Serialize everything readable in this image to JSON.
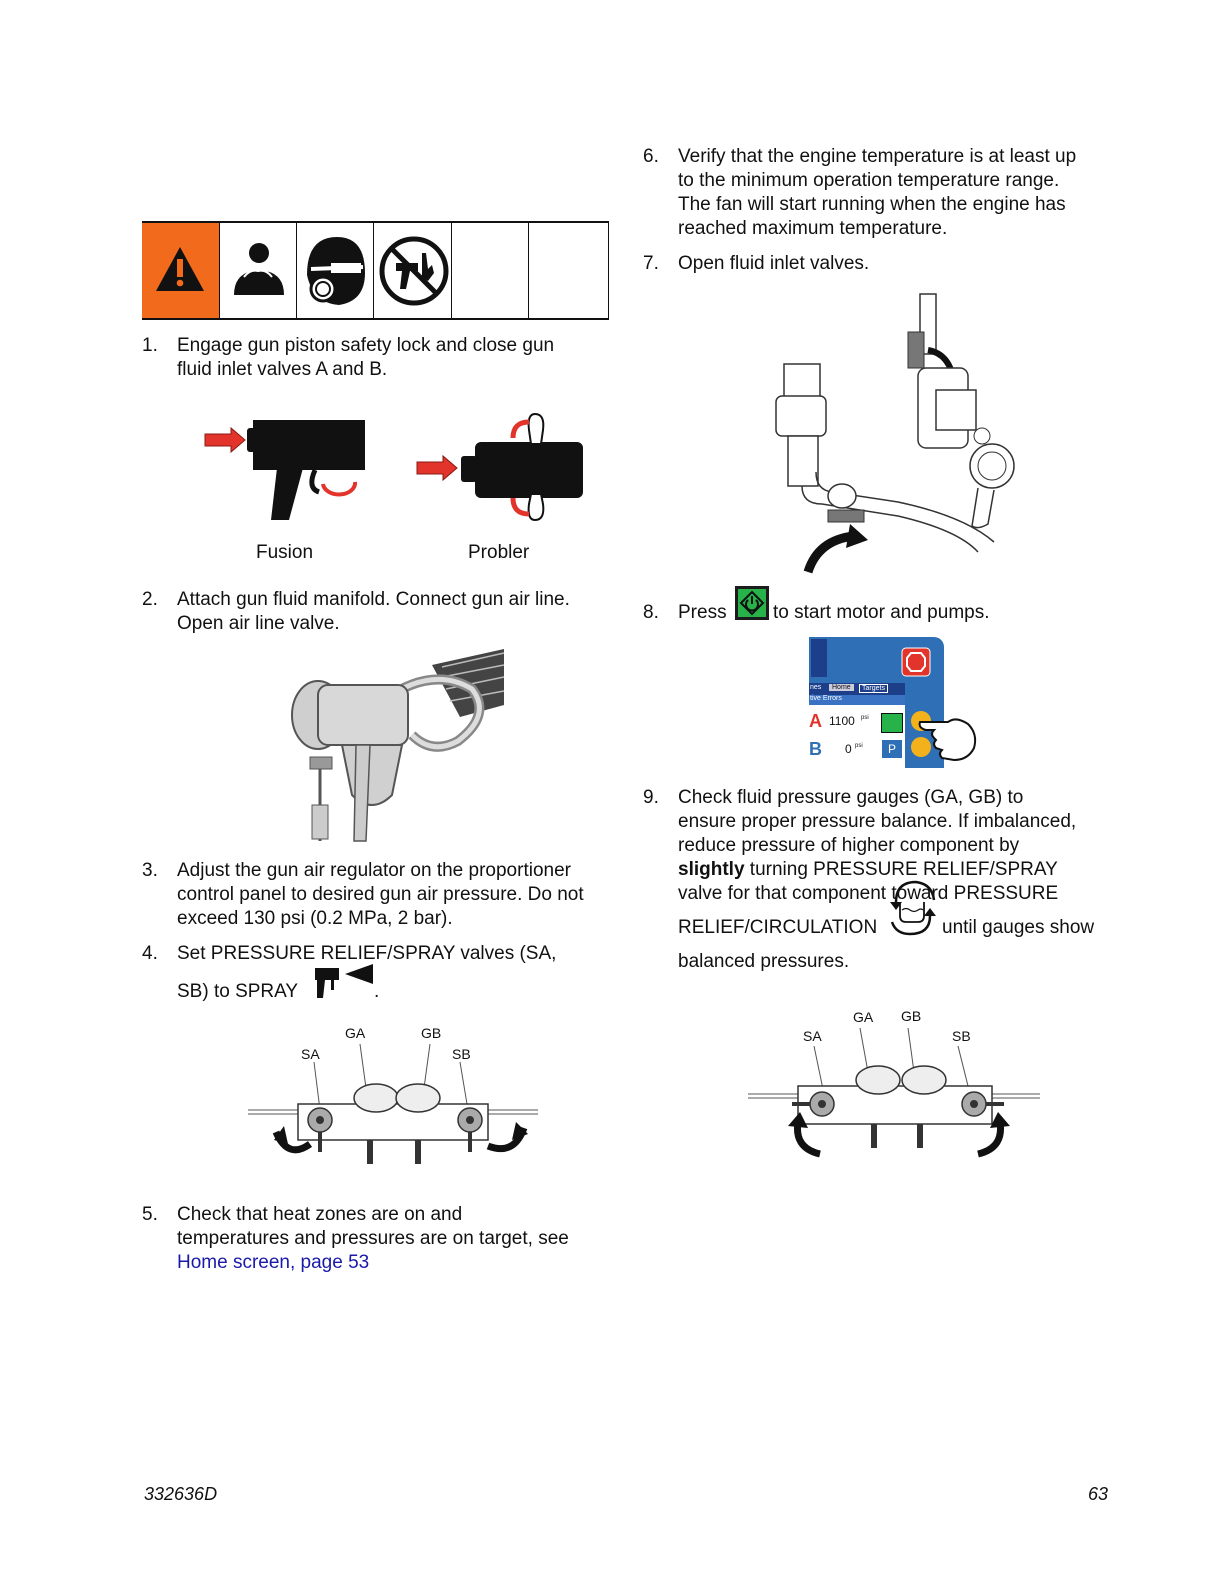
{
  "left": {
    "step1": {
      "num": "1.",
      "line1": "Engage gun piston safety lock and close gun",
      "line2": "fluid inlet valves A and B."
    },
    "gun_captions": {
      "fusion": "Fusion",
      "probler": "Probler"
    },
    "step2": {
      "num": "2.",
      "line1": "Attach gun fluid manifold. Connect gun air line.",
      "line2": "Open air line valve."
    },
    "step3": {
      "num": "3.",
      "line1": "Adjust the gun air regulator on the proportioner",
      "line2": "control panel to desired gun air pressure. Do not",
      "line3": "exceed 130 psi (0.2 MPa, 2 bar)."
    },
    "step4": {
      "num": "4.",
      "line1": "Set PRESSURE RELIEF/SPRAY valves (SA,",
      "line2_before": "SB) to SPRAY",
      "line2_after": "."
    },
    "step5": {
      "num": "5.",
      "line1": "Check that heat zones are on and",
      "line2": "temperatures and pressures are on target, see",
      "link": "Home screen, page 53"
    }
  },
  "right": {
    "step6": {
      "num": "6.",
      "line1": "Verify that the engine temperature is at least up",
      "line2": "to the minimum operation temperature range.",
      "line3": "The fan will start running when the engine has",
      "line4": "reached maximum temperature."
    },
    "step7": {
      "num": "7.",
      "line1": "Open fluid inlet valves."
    },
    "step8": {
      "num": "8.",
      "before": "Press",
      "after": "to start motor and pumps."
    },
    "panel": {
      "tab1": "nes",
      "tab2": "Home",
      "tab3": "Targets",
      "row_label": "tive Errors",
      "a_label": "A",
      "a_value": "1100",
      "a_unit": "psi",
      "b_label": "B",
      "b_value": "0",
      "b_unit": "psi"
    },
    "step9": {
      "num": "9.",
      "line1": "Check fluid pressure gauges (GA, GB) to",
      "line2": "ensure proper pressure balance. If imbalanced,",
      "line3": "reduce pressure of higher component by",
      "line4_bold": "slightly",
      "line4_rest": " turning PRESSURE RELIEF/SPRAY",
      "line5": "valve for that component toward PRESSURE",
      "line6_before": "RELIEF/CIRCULATION",
      "line6_after": "until gauges show",
      "line7": "balanced pressures."
    }
  },
  "manifold_labels": {
    "ga": "GA",
    "gb": "GB",
    "sa": "SA",
    "sb": "SB"
  },
  "footer": {
    "doc_number": "332636D",
    "page_number": "63"
  },
  "colors": {
    "warning_orange": "#f26a1b",
    "link_blue": "#1a1aa8",
    "arrow_red": "#e2342a",
    "screen_blue": "#2f6fb5",
    "button_green": "#27b34a",
    "finger_yellow": "#f3b21c"
  },
  "icons": [
    "warning-triangle-icon",
    "inhalation-hazard-icon",
    "respirator-icon",
    "no-hands-in-front-of-gun-icon",
    "start-button-icon",
    "spray-symbol-icon",
    "pressure-relief-circulation-icon"
  ]
}
